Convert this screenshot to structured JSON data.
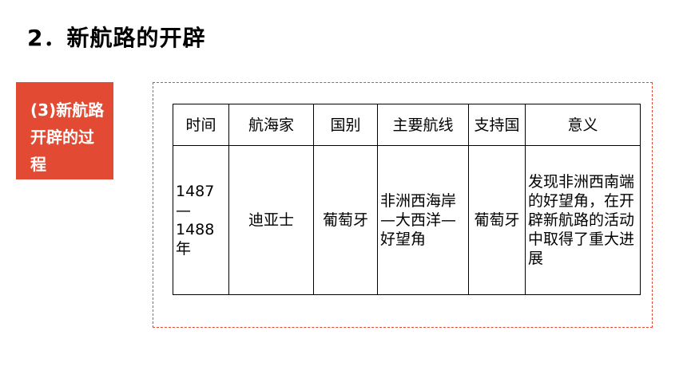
{
  "heading": "2．新航路的开辟",
  "section_tag": "(3)新航路开辟的过程",
  "table": {
    "columns": [
      "时间",
      "航海家",
      "国别",
      "主要航线",
      "支持国",
      "意义"
    ],
    "rows": [
      {
        "time": "1487—1488年",
        "navigator": "迪亚士",
        "country": "葡萄牙",
        "route": "非洲西海岸—大西洋—好望角",
        "sponsor": "葡萄牙",
        "significance": "发现非洲西南端的好望角，在开辟新航路的活动中取得了重大进展"
      }
    ]
  }
}
